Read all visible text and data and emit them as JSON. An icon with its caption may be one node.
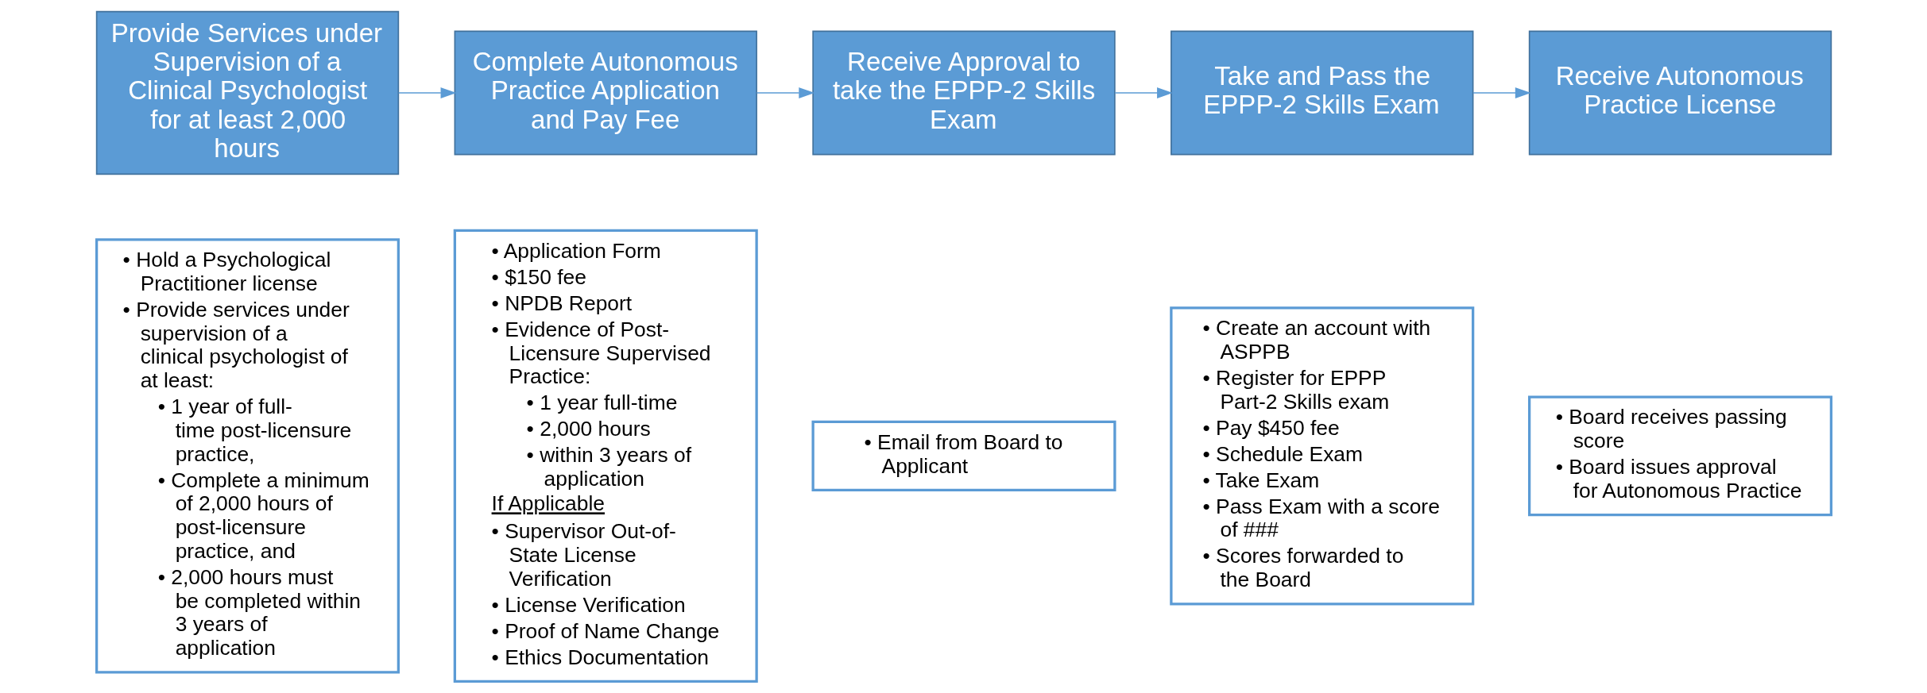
{
  "diagram": {
    "nodes": [
      {
        "text": [
          "Provide Services under Supervision of a Clinical Psychologist for at least 2,000 hours"
        ]
      },
      {
        "text": [
          "Complete Autonomous Practice Application and Pay Fee"
        ]
      },
      {
        "text": [
          "Receive Approval to take the EPPP-2 Skills Exam"
        ]
      },
      {
        "text": [
          "Take and Pass the EPPP-2 Skills Exam"
        ]
      },
      {
        "text": [
          "Receive Autonomous Practice License"
        ]
      },
      {
        "text": [
          "• Hold a Psychological Practitioner license",
          "• Provide services under supervision of a clinical psychologist of at least:",
          "• 1 year of full-time post-licensure practice,",
          "• Complete a minimum of 2,000 hours of post-licensure practice, and",
          "• 2,000 hours must be completed within 3 years of application"
        ]
      },
      {
        "text": [
          "• Application Form",
          "• $150 fee",
          "• NPDB Report",
          "• Evidence of Post-Licensure Supervised Practice:",
          "• 1 year full-time",
          "• 2,000 hours",
          "• within 3 years of application",
          "If Applicable",
          "• Supervisor Out-of-State License Verification",
          "• License Verification",
          "• Proof of Name Change",
          "• Ethics Documentation"
        ]
      },
      {
        "text": [
          "• Email from Board to Applicant"
        ]
      },
      {
        "text": [
          "• Create an account with ASPPB",
          "• Register for EPPP Part-2 Skills exam",
          "• Pay $450 fee",
          "• Schedule Exam",
          "• Take Exam",
          "• Pass Exam with a score of ###",
          "• Scores forwarded to the Board"
        ]
      },
      {
        "text": [
          "• Board receives passing score",
          "• Board issues approval for Autonomous Practice"
        ]
      }
    ],
    "edges": [
      {
        "from": 0,
        "to": 1,
        "arrow": "to"
      },
      {
        "from": 1,
        "to": 2,
        "arrow": "to"
      },
      {
        "from": 2,
        "to": 3,
        "arrow": "to"
      },
      {
        "from": 3,
        "to": 4,
        "arrow": "to"
      }
    ]
  }
}
